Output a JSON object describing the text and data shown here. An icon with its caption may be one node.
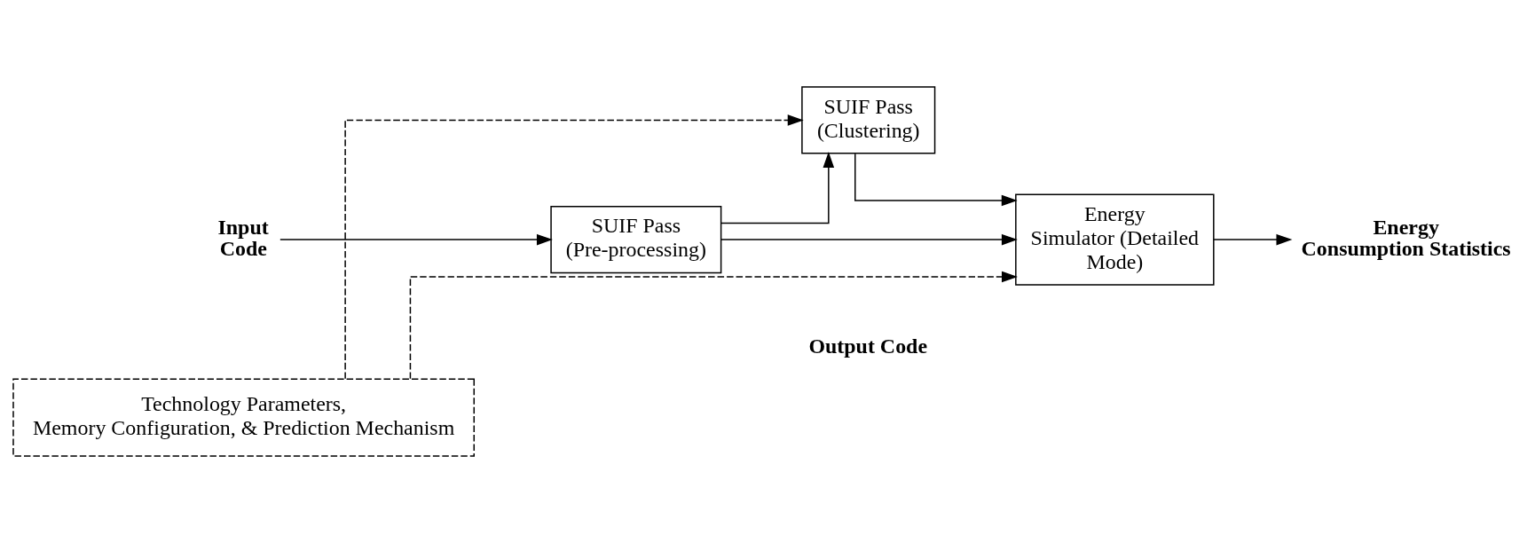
{
  "diagram": {
    "nodes": [
      {
        "text": [
          "Input Code"
        ]
      },
      {
        "text": [
          "SUIF Pass (Pre-processing)"
        ]
      },
      {
        "text": [
          "SUIF Pass (Clustering)"
        ]
      },
      {
        "text": [
          "Energy Simulator (Detailed Mode)"
        ]
      },
      {
        "text": [
          "Energy Consumption Statistics"
        ]
      },
      {
        "text": [
          "Technology Parameters, Memory Configuration, & Prediction Mechanism"
        ]
      }
    ],
    "edges": [
      {
        "from": 0,
        "to": 1,
        "arrow": "to"
      },
      {
        "from": 1,
        "to": 3,
        "arrow": "to"
      },
      {
        "from": 1,
        "to": 2,
        "arrow": "to"
      },
      {
        "from": 2,
        "to": 3,
        "arrow": "to"
      },
      {
        "from": 3,
        "to": 4,
        "arrow": "to"
      },
      {
        "from": 5,
        "to": 3,
        "arrow": "to",
        "style": "dashed"
      },
      {
        "from": 5,
        "to": 2,
        "arrow": "to",
        "style": "dashed"
      }
    ],
    "labels": [
      "Output Code"
    ]
  }
}
